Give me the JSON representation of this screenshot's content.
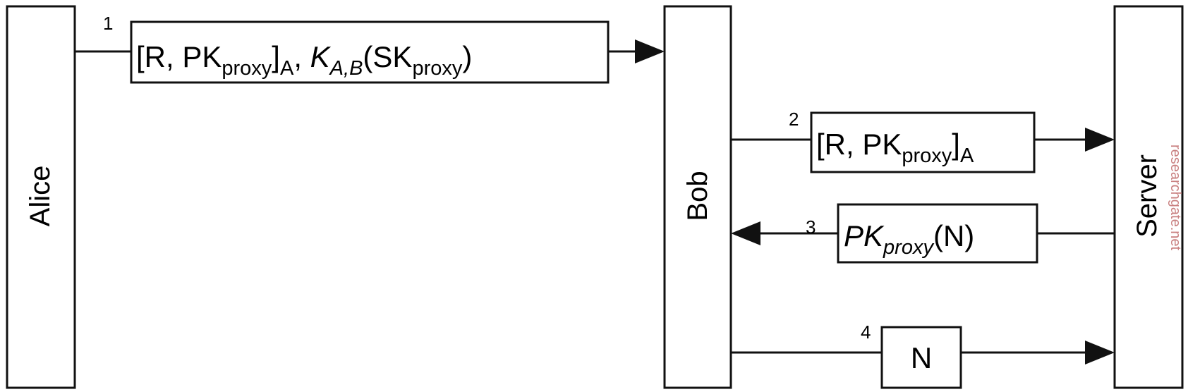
{
  "actors": {
    "alice": "Alice",
    "bob": "Bob",
    "server": "Server"
  },
  "messages": [
    {
      "step": "1",
      "content": "[R, PK_proxy]_A, K_A,B(SK_proxy)",
      "parts": {
        "open": "[R, PK",
        "proxy_sub": "proxy",
        "close_bracket": "]",
        "a_sub": "A",
        "sep": ", ",
        "k": "K",
        "ab_sub": "A,B",
        "sk_open": "(SK",
        "sk_sub": "proxy",
        "sk_close": ")"
      }
    },
    {
      "step": "2",
      "content": "[R, PK_proxy]_A",
      "parts": {
        "open": "[R, PK",
        "proxy_sub": "proxy",
        "close_bracket": "]",
        "a_sub": "A"
      }
    },
    {
      "step": "3",
      "content": "PK_proxy(N)",
      "parts": {
        "pk": "PK",
        "proxy_sub": "proxy",
        "rest": "(N)"
      }
    },
    {
      "step": "4",
      "content": "N",
      "parts": {
        "n": "N"
      }
    }
  ],
  "watermark": "researchgate.net"
}
